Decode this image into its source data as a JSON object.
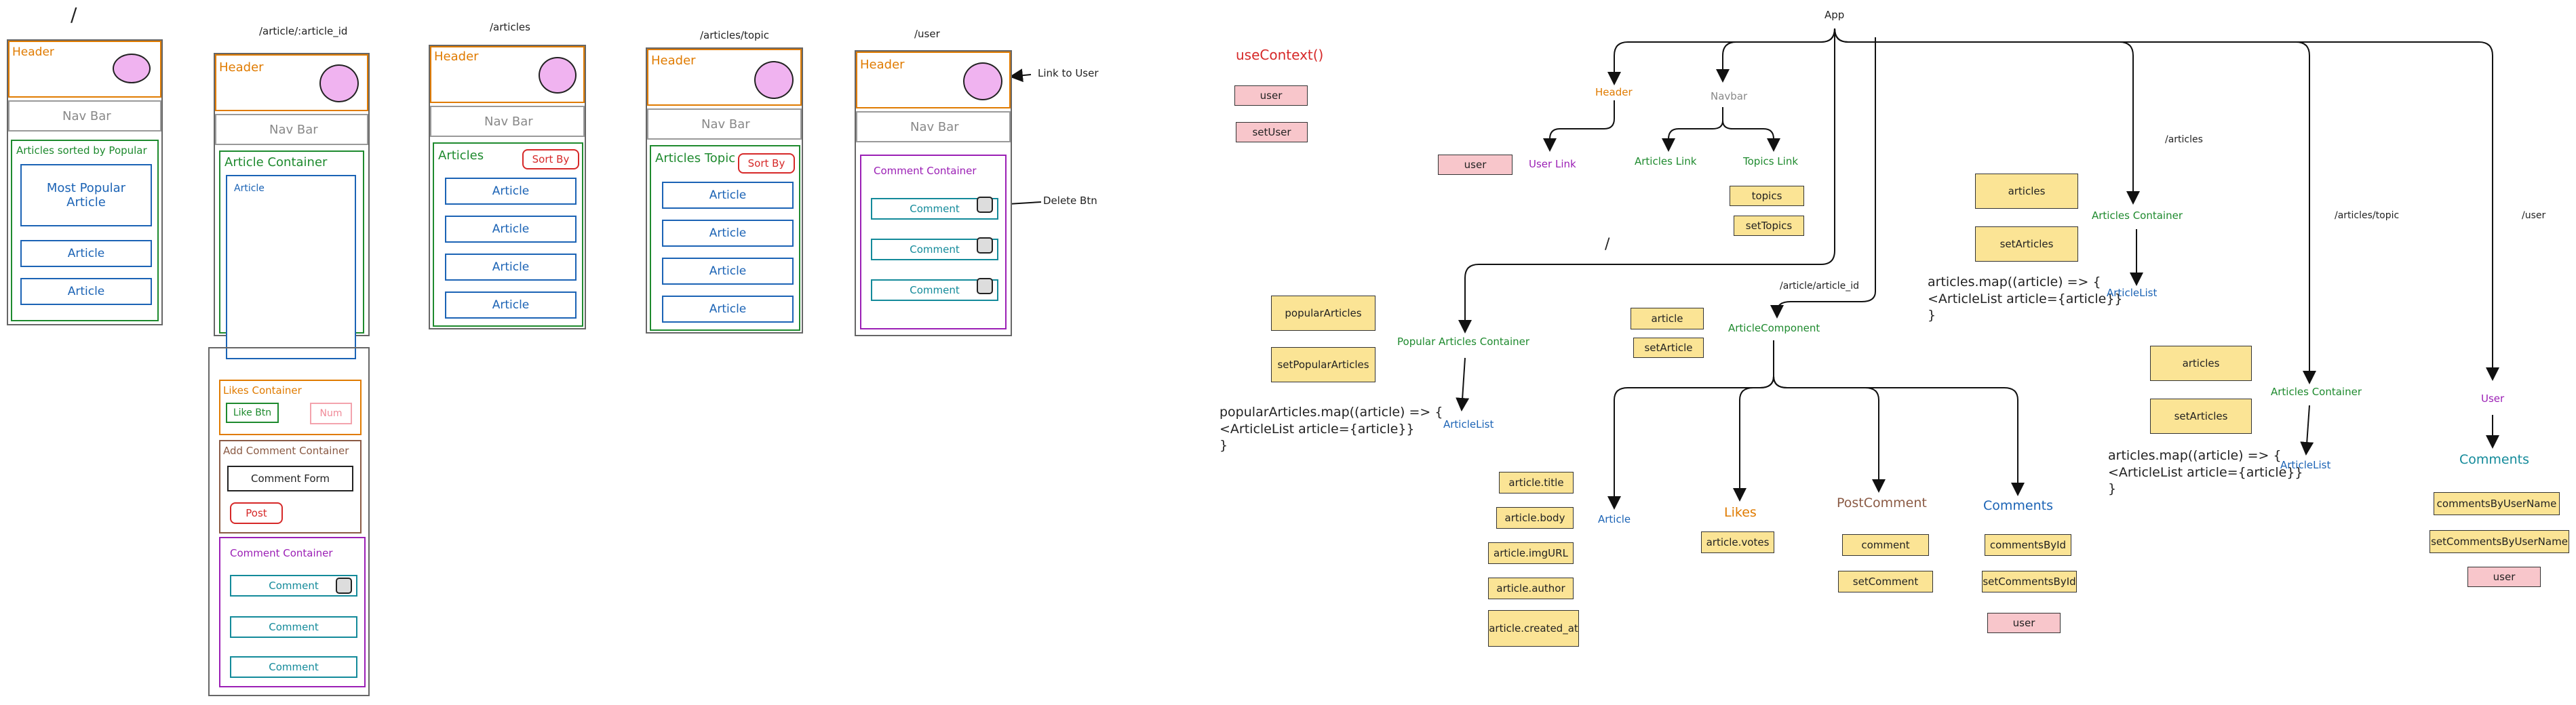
{
  "wireframes": {
    "home": {
      "route": "/",
      "header": "Header",
      "navbar": "Nav Bar",
      "container_title": "Articles sorted by Popular",
      "featured": "Most Popular Article",
      "items": [
        "Article",
        "Article"
      ]
    },
    "article_page": {
      "route": "/article/:article_id",
      "header": "Header",
      "navbar": "Nav Bar",
      "container_title": "Article Container",
      "article": "Article",
      "likes_title": "Likes Container",
      "like_btn": "Like Btn",
      "num": "Num",
      "add_comment_title": "Add Comment Container",
      "comment_form": "Comment Form",
      "post_btn": "Post",
      "comment_container_title": "Comment Container",
      "comments": [
        "Comment",
        "Comment",
        "Comment"
      ]
    },
    "articles_page": {
      "route": "/articles",
      "header": "Header",
      "navbar": "Nav Bar",
      "title": "Articles",
      "sort_by": "Sort By",
      "items": [
        "Article",
        "Article",
        "Article",
        "Article"
      ]
    },
    "topic_page": {
      "route": "/articles/topic",
      "header": "Header",
      "navbar": "Nav Bar",
      "title": "Articles Topic",
      "sort_by": "Sort By",
      "items": [
        "Article",
        "Article",
        "Article",
        "Article"
      ]
    },
    "user_page": {
      "route": "/user",
      "header": "Header",
      "navbar": "Nav Bar",
      "comment_container_title": "Comment Container",
      "comments": [
        "Comment",
        "Comment",
        "Comment"
      ],
      "link_to_user": "Link to User",
      "delete_btn": "Delete Btn"
    }
  },
  "context": {
    "title": "useContext()",
    "user": "user",
    "setUser": "setUser"
  },
  "tree": {
    "app": "App",
    "header": "Header",
    "navbar": "Navbar",
    "user_state": "user",
    "user_link": "User Link",
    "articles_link": "Articles Link",
    "topics_link": "Topics Link",
    "topics": "topics",
    "setTopics": "setTopics",
    "slash": "/",
    "route_articles": "/articles",
    "route_article_id": "/article/article_id",
    "route_topic": "/articles/topic",
    "route_user": "/user",
    "popularArticles": "popularArticles",
    "setPopularArticles": "setPopularArticles",
    "popular_container": "Popular Articles Container",
    "popular_code": "popularArticles.map((article) => {\n<ArticleList article={article}}\n}",
    "article_list": "ArticleList",
    "article_state": "article",
    "setArticle": "setArticle",
    "article_component": "ArticleComponent",
    "articles": "articles",
    "setArticles": "setArticles",
    "articles_container": "Articles Container",
    "articles_code": "articles.map((article) => {\n<ArticleList article={article}}\n}",
    "article_leaf": "Article",
    "article_props": [
      "article.title",
      "article.body",
      "article.imgURL",
      "article.author",
      "article.created_at"
    ],
    "likes": "Likes",
    "article_votes": "article.votes",
    "post_comment": "PostComment",
    "comment": "comment",
    "setComment": "setComment",
    "comments": "Comments",
    "commentsById": "commentsById",
    "setCommentsById": "setCommentsById",
    "user": "User",
    "commentsByUserName": "commentsByUserName",
    "setCommentsByUserName": "setCommentsByUserName"
  }
}
